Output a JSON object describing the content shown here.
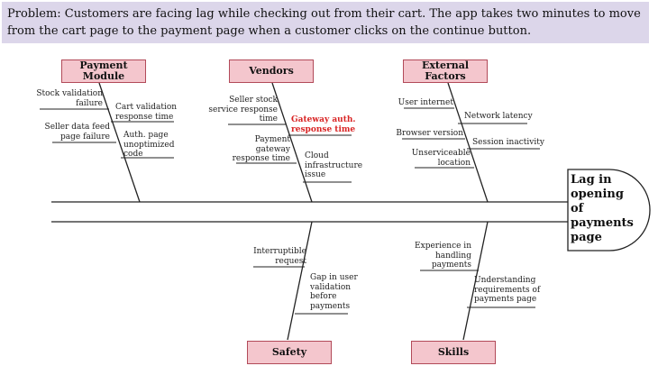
{
  "problem": "Problem: Customers are facing lag while checking out from their cart. The app takes two minutes to move from the cart page to the payment page when a customer clicks on the continue button.",
  "effect": "Lag in\nopening\nof\npayments\npage",
  "categories": {
    "payment_module": {
      "label": "Payment\nModule",
      "causes": [
        "Stock validation\nfailure",
        "Cart validation\nresponse time",
        "Seller data feed\npage failure",
        "Auth. page\nunoptimized\ncode"
      ]
    },
    "vendors": {
      "label": "Vendors",
      "causes": [
        "Seller stock\nservice response\ntime",
        "Gateway auth.\nresponse time",
        "Payment\ngateway\nresponse time",
        "Cloud\ninfrastructure\nissue"
      ]
    },
    "external_factors": {
      "label": "External\nFactors",
      "causes": [
        "User internet",
        "Network latency",
        "Browser version",
        "Session inactivity",
        "Unserviceable\nlocation"
      ]
    },
    "safety": {
      "label": "Safety",
      "causes": [
        "Interruptible\nrequest",
        "Gap in user\nvalidation\nbefore\npayments"
      ]
    },
    "skills": {
      "label": "Skills",
      "causes": [
        "Experience in\nhandling\npayments",
        "Understanding\nrequirements of\npayments page"
      ]
    }
  },
  "colors": {
    "banner": "#dcd6ea",
    "category_fill": "#f4c6cd",
    "category_border": "#b24a59",
    "highlight": "#d92525"
  }
}
